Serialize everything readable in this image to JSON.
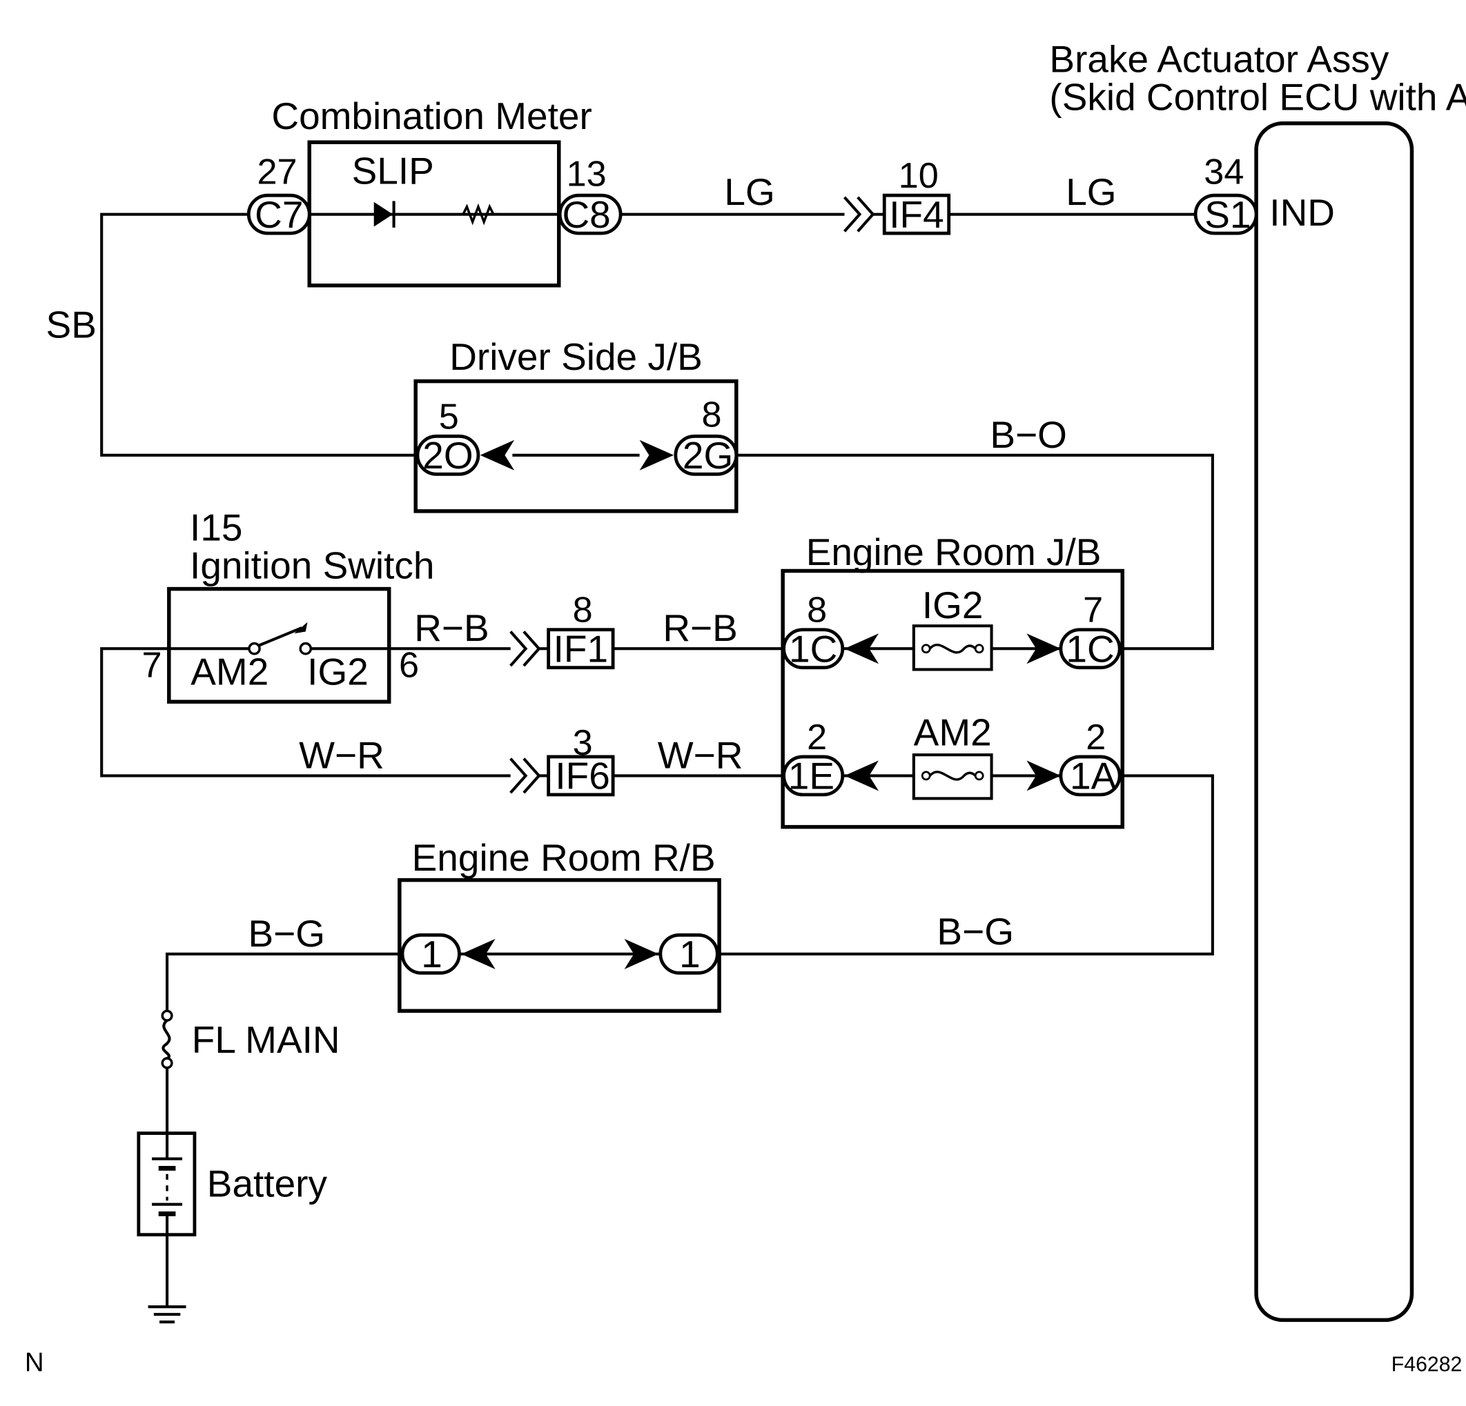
{
  "components": {
    "brake_actuator_title": "Brake Actuator Assy",
    "brake_actuator_subtitle": "(Skid Control ECU with Actuator)",
    "combination_meter": "Combination Meter",
    "driver_side_jb": "Driver Side J/B",
    "engine_room_jb": "Engine Room J/B",
    "engine_room_rb": "Engine Room R/B",
    "ignition_switch_code": "I15",
    "ignition_switch": "Ignition Switch",
    "battery": "Battery",
    "fl_main": "FL MAIN"
  },
  "combination_meter": {
    "indicator": "SLIP",
    "left_pin": "27",
    "left_connector": "C7",
    "right_pin": "13",
    "right_connector": "C8"
  },
  "actuator": {
    "pin": "34",
    "connector": "S1",
    "terminal": "IND"
  },
  "junctions": {
    "if4": {
      "pin": "10",
      "label": "IF4"
    },
    "if1": {
      "pin": "8",
      "label": "IF1"
    },
    "if6": {
      "pin": "3",
      "label": "IF6"
    }
  },
  "driver_side_jb": {
    "left_pin": "5",
    "left_connector": "2O",
    "right_pin": "8",
    "right_connector": "2G"
  },
  "engine_room_jb": {
    "top_left_pin": "8",
    "top_left_connector": "1C",
    "top_fuse": "IG2",
    "top_right_pin": "7",
    "top_right_connector": "1C",
    "bottom_left_pin": "2",
    "bottom_left_connector": "1E",
    "bottom_fuse": "AM2",
    "bottom_right_pin": "2",
    "bottom_right_connector": "1A"
  },
  "engine_room_rb": {
    "left_connector": "1",
    "right_connector": "1"
  },
  "ignition_switch": {
    "left_pin": "7",
    "right_pin": "6",
    "left_terminal": "AM2",
    "right_terminal": "IG2"
  },
  "wires": {
    "lg": "LG",
    "sb": "SB",
    "bo": "B−O",
    "rb": "R−B",
    "wr": "W−R",
    "bg": "B−G"
  },
  "footer": {
    "left_mark": "N",
    "figure_id": "F46282"
  }
}
